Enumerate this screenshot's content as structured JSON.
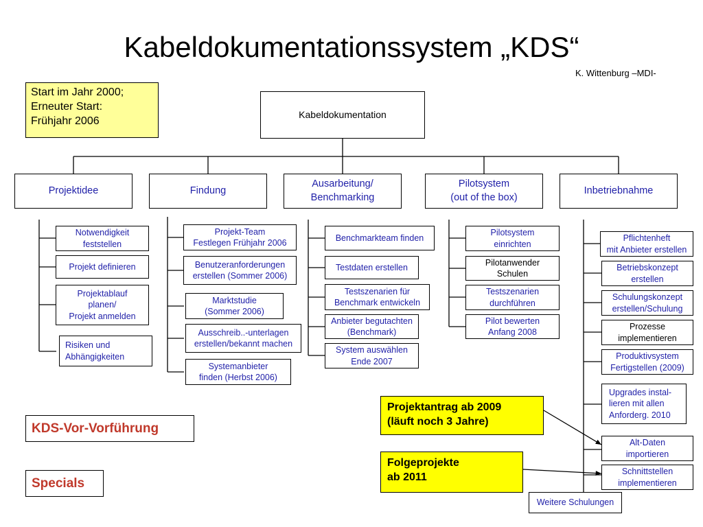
{
  "title": "Kabeldokumentationssystem „KDS“",
  "author": "K. Wittenburg –MDI-",
  "start_note": "Start im Jahr 2000;\nErneuter Start:\nFrühjahr 2006",
  "root": "Kabeldokumentation",
  "categories": [
    {
      "label": "Projektidee",
      "items": [
        "Notwendigkeit\nfeststellen",
        "Projekt definieren",
        "Projektablauf\nplanen/\nProjekt anmelden",
        "Risiken und\nAbhängigkeiten"
      ]
    },
    {
      "label": "Findung",
      "items": [
        "Projekt-Team\nFestlegen Frühjahr 2006",
        "Benutzeranforderungen\nerstellen (Sommer 2006)",
        "Marktstudie\n(Sommer 2006)",
        "Ausschreib..-unterlagen\nerstellen/bekannt machen",
        "Systemanbieter\nfinden (Herbst 2006)"
      ]
    },
    {
      "label": "Ausarbeitung/\nBenchmarking",
      "items": [
        "Benchmarkteam finden",
        "Testdaten erstellen",
        "Testszenarien für\nBenchmark entwickeln",
        "Anbieter begutachten\n(Benchmark)",
        "System auswählen\nEnde 2007"
      ]
    },
    {
      "label": "Pilotsystem\n(out of the box)",
      "items": [
        "Pilotsystem\neinrichten",
        "Pilotanwender\nSchulen",
        "Testszenarien\ndurchführen",
        "Pilot bewerten\nAnfang 2008"
      ]
    },
    {
      "label": "Inbetriebnahme",
      "items": [
        "Pflichtenheft\nmit Anbieter erstellen",
        "Betriebskonzept\nerstellen",
        "Schulungskonzept\nerstellen/Schulung",
        "Prozesse\nimplementieren",
        "Produktivsystem\nFertigstellen (2009)",
        "Upgrades instal-\nlieren mit allen\nAnforderg. 2010",
        "Alt-Daten\nimportieren",
        "Schnittstellen\nimplementieren",
        "Weitere Schulungen"
      ]
    }
  ],
  "callouts": [
    "Projektantrag ab 2009\n(läuft noch 3 Jahre)",
    "Folgeprojekte\nab 2011"
  ],
  "links": [
    "KDS-Vor-Vorführung",
    "Specials"
  ],
  "colors": {
    "item_text": "#1f1fa8",
    "note_bg": "#ffff99",
    "callout_bg": "#ffff00",
    "link_text": "#c0392b"
  }
}
